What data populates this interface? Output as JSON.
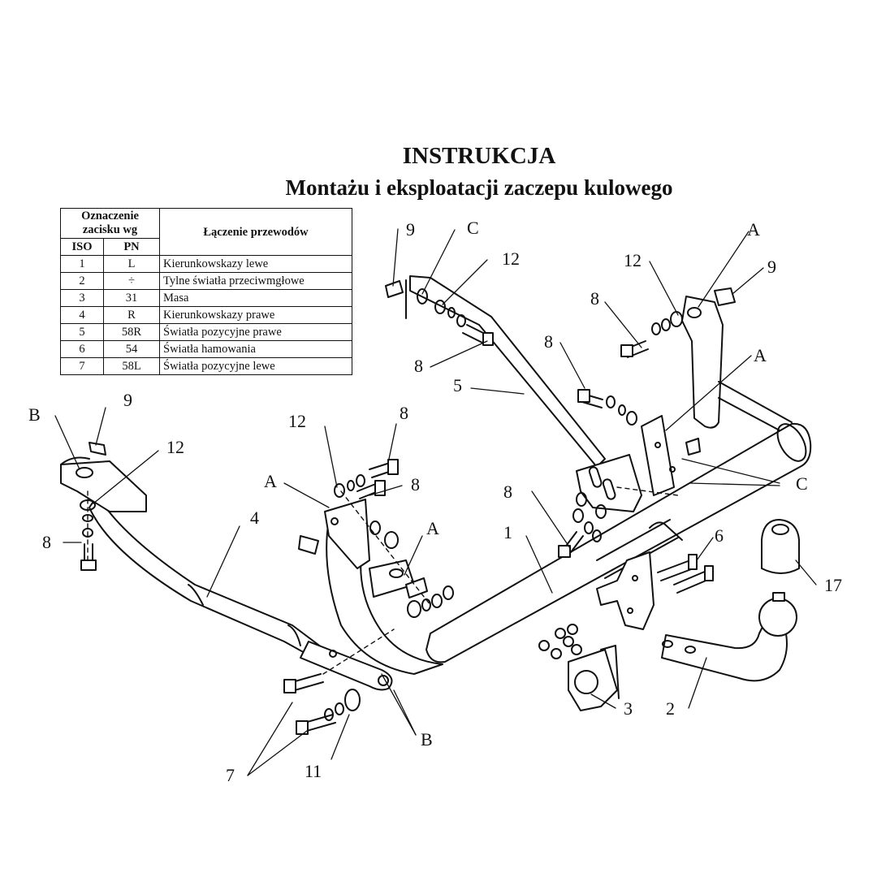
{
  "title": "INSTRUKCJA",
  "subtitle": "Montażu i eksploatacji zaczepu kulowego",
  "wiring_table": {
    "header_group": "Oznaczenie zacisku wg",
    "header_connection": "Łączenie przewodów",
    "col_iso": "ISO",
    "col_pn": "PN",
    "rows": [
      {
        "iso": "1",
        "pn": "L",
        "desc": "Kierunkowskazy lewe"
      },
      {
        "iso": "2",
        "pn": "÷",
        "desc": "Tylne światła przeciwmgłowe"
      },
      {
        "iso": "3",
        "pn": "31",
        "desc": "Masa"
      },
      {
        "iso": "4",
        "pn": "R",
        "desc": "Kierunkowskazy prawe"
      },
      {
        "iso": "5",
        "pn": "58R",
        "desc": "Światła pozycyjne prawe"
      },
      {
        "iso": "6",
        "pn": "54",
        "desc": "Światła hamowania"
      },
      {
        "iso": "7",
        "pn": "58L",
        "desc": "Światła pozycyjne lewe"
      }
    ]
  },
  "labels": {
    "a": "A",
    "b": "B",
    "c": "C",
    "n1": "1",
    "n2": "2",
    "n3": "3",
    "n4": "4",
    "n5": "5",
    "n6": "6",
    "n7": "7",
    "n8": "8",
    "n9": "9",
    "n11": "11",
    "n12": "12",
    "n17": "17"
  }
}
